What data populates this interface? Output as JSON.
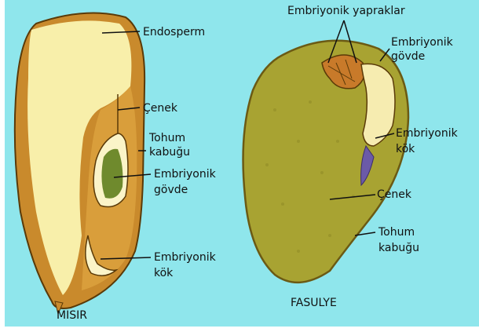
{
  "colors": {
    "background": "#8fe6ec",
    "corn_outer": "#c98a2c",
    "corn_inner": "#d99e3b",
    "endosperm": "#f8efaa",
    "embryo_green": "#6f8a2d",
    "bean_body": "#a8a332",
    "bean_outline": "#6b5a14",
    "bean_leaf": "#c87a2a",
    "radicle_purple": "#6b5aa8",
    "line": "#111111"
  },
  "corn": {
    "name": "MISIR",
    "labels": {
      "endosperm": "Endosperm",
      "cotyledon": "Çenek",
      "seed_coat_line1": "Tohum",
      "seed_coat_line2": "kabuğu",
      "shoot_line1": "Embriyonik",
      "shoot_line2": "gövde",
      "root_line1": "Embriyonik",
      "root_line2": "kök"
    }
  },
  "bean": {
    "name": "FASULYE",
    "labels": {
      "leaves": "Embriyonik yapraklar",
      "shoot_line1": "Embriyonik",
      "shoot_line2": "gövde",
      "root_line1": "Embriyonik",
      "root_line2": "kök",
      "cotyledon": "Çenek",
      "seed_coat_line1": "Tohum",
      "seed_coat_line2": "kabuğu"
    }
  }
}
